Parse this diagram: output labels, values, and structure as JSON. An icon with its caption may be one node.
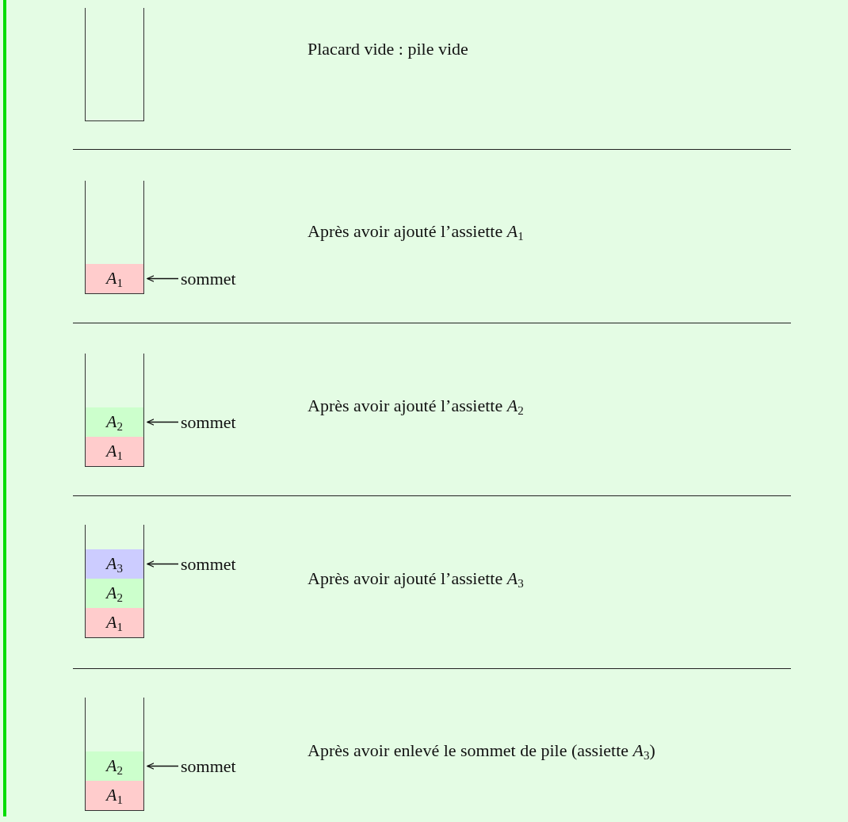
{
  "diagram": {
    "nodes": [
      {
        "text": [],
        "shape": "box"
      },
      {
        "text": [],
        "shape": "box"
      },
      {
        "text": [
          "*A*$_{1}$"
        ],
        "in": 1
      },
      {
        "text": [
          "sommet"
        ]
      },
      {
        "text": [],
        "shape": "box"
      },
      {
        "text": [
          "*A*$_{2}$"
        ],
        "in": 4
      },
      {
        "text": [
          "*A*$_{1}$"
        ],
        "in": 4
      },
      {
        "text": [
          "sommet"
        ]
      },
      {
        "text": [],
        "shape": "box"
      },
      {
        "text": [
          "*A*$_{3}$"
        ],
        "in": 8
      },
      {
        "text": [
          "*A*$_{2}$"
        ],
        "in": 8
      },
      {
        "text": [
          "*A*$_{1}$"
        ],
        "in": 8
      },
      {
        "text": [
          "sommet"
        ]
      },
      {
        "text": [],
        "shape": "box"
      },
      {
        "text": [
          "*A*$_{2}$"
        ],
        "in": 13
      },
      {
        "text": [
          "*A*$_{1}$"
        ],
        "in": 13
      },
      {
        "text": [
          "sommet"
        ]
      }
    ],
    "edges": [
      {
        "from": 3,
        "to": 2,
        "arrow": "to"
      },
      {
        "from": 7,
        "to": 5,
        "arrow": "to"
      },
      {
        "from": 12,
        "to": 9,
        "arrow": "to"
      },
      {
        "from": 16,
        "to": 14,
        "arrow": "to"
      }
    ],
    "labels": [
      "Placard vide : pile vide",
      "Après avoir ajouté l’assiette *A*$_{1}$",
      "Après avoir ajouté l’assiette *A*$_{2}$",
      "Après avoir ajouté l’assiette *A*$_{3}$",
      "Après avoir enlevé le sommet de pile (assiette *A*$_{3}$)"
    ]
  }
}
